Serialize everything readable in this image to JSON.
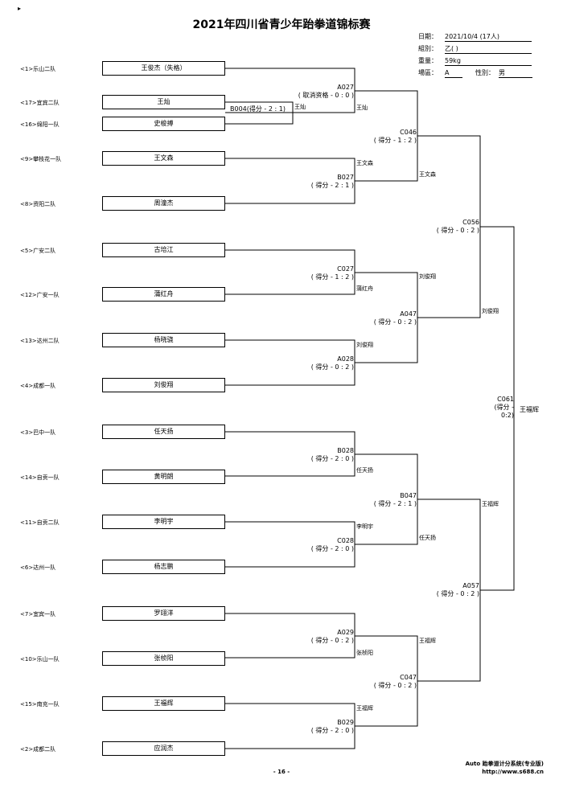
{
  "doc": {
    "corner_mark": "▸",
    "title": "2021年四川省青少年跆拳道锦标赛",
    "info": [
      {
        "label": "日期：",
        "value": "2021/10/4  (17人)"
      },
      {
        "label": "組別：",
        "value": "乙(  )"
      },
      {
        "label": "重量：",
        "value": "59kg"
      },
      {
        "label": "場區：",
        "value": "A"
      }
    ],
    "gender_label": "性別：",
    "gender_value": "男",
    "footer_system": "Auto 跆拳道计分系统(专业版)",
    "footer_url": "http://www.s688.cn",
    "page_number": "- 16 -"
  },
  "teams": [
    "<1>乐山二队",
    "<17>宜宾二队",
    "<16>绵阳一队",
    "<9>攀枝花一队",
    "<8>资阳二队",
    "<5>广安二队",
    "<12>广安一队",
    "<13>达州二队",
    "<4>成都一队",
    "<3>巴中一队",
    "<14>自贡一队",
    "<11>自贡二队",
    "<6>达州一队",
    "<7>宜宾一队",
    "<10>乐山一队",
    "<15>南充一队",
    "<2>成都二队"
  ],
  "athletes": [
    "王俊杰（失格）",
    "王灿",
    "史梭搏",
    "王文森",
    "周潼杰",
    "古培江",
    "蒲红舟",
    "杨晓骁",
    "刘俊翔",
    "任天扬",
    "黄明朗",
    "李明宇",
    "杨志鹏",
    "罗翊洋",
    "张桢阳",
    "王福辉",
    "应润杰"
  ],
  "matches": [
    {
      "id": "B004",
      "score": "(得分 - 2 : 1)"
    },
    {
      "id": "A027",
      "score": "( 取消资格 - 0 : 0 )"
    },
    {
      "id": "B027",
      "score": "( 得分 - 2 : 1 )"
    },
    {
      "id": "C027",
      "score": "( 得分 - 1 : 2 )"
    },
    {
      "id": "A028",
      "score": "( 得分 - 0 : 2 )"
    },
    {
      "id": "B028",
      "score": "( 得分 - 2 : 0 )"
    },
    {
      "id": "C028",
      "score": "( 得分 - 2 : 0 )"
    },
    {
      "id": "A029",
      "score": "( 得分 - 0 : 2 )"
    },
    {
      "id": "B029",
      "score": "( 得分 - 2 : 0 )"
    },
    {
      "id": "C046",
      "score": "( 得分 - 1 : 2 )"
    },
    {
      "id": "A047",
      "score": "( 得分 - 0 : 2 )"
    },
    {
      "id": "B047",
      "score": "( 得分 - 2 : 1 )"
    },
    {
      "id": "C047",
      "score": "( 得分 - 0 : 2 )"
    },
    {
      "id": "C056",
      "score": "( 得分 - 0 : 2 )"
    },
    {
      "id": "A057",
      "score": "( 得分 - 0 : 2 )"
    },
    {
      "id": "C061",
      "score": "(得分 - 0:2)"
    }
  ],
  "winners": [
    "王灿",
    "王灿",
    "王文森",
    "蒲红舟",
    "刘俊翔",
    "任天扬",
    "李明宇",
    "张桢阳",
    "王福辉",
    "王文森",
    "刘俊翔",
    "任天扬",
    "王福辉",
    "刘俊翔",
    "王福辉",
    "王福辉"
  ]
}
